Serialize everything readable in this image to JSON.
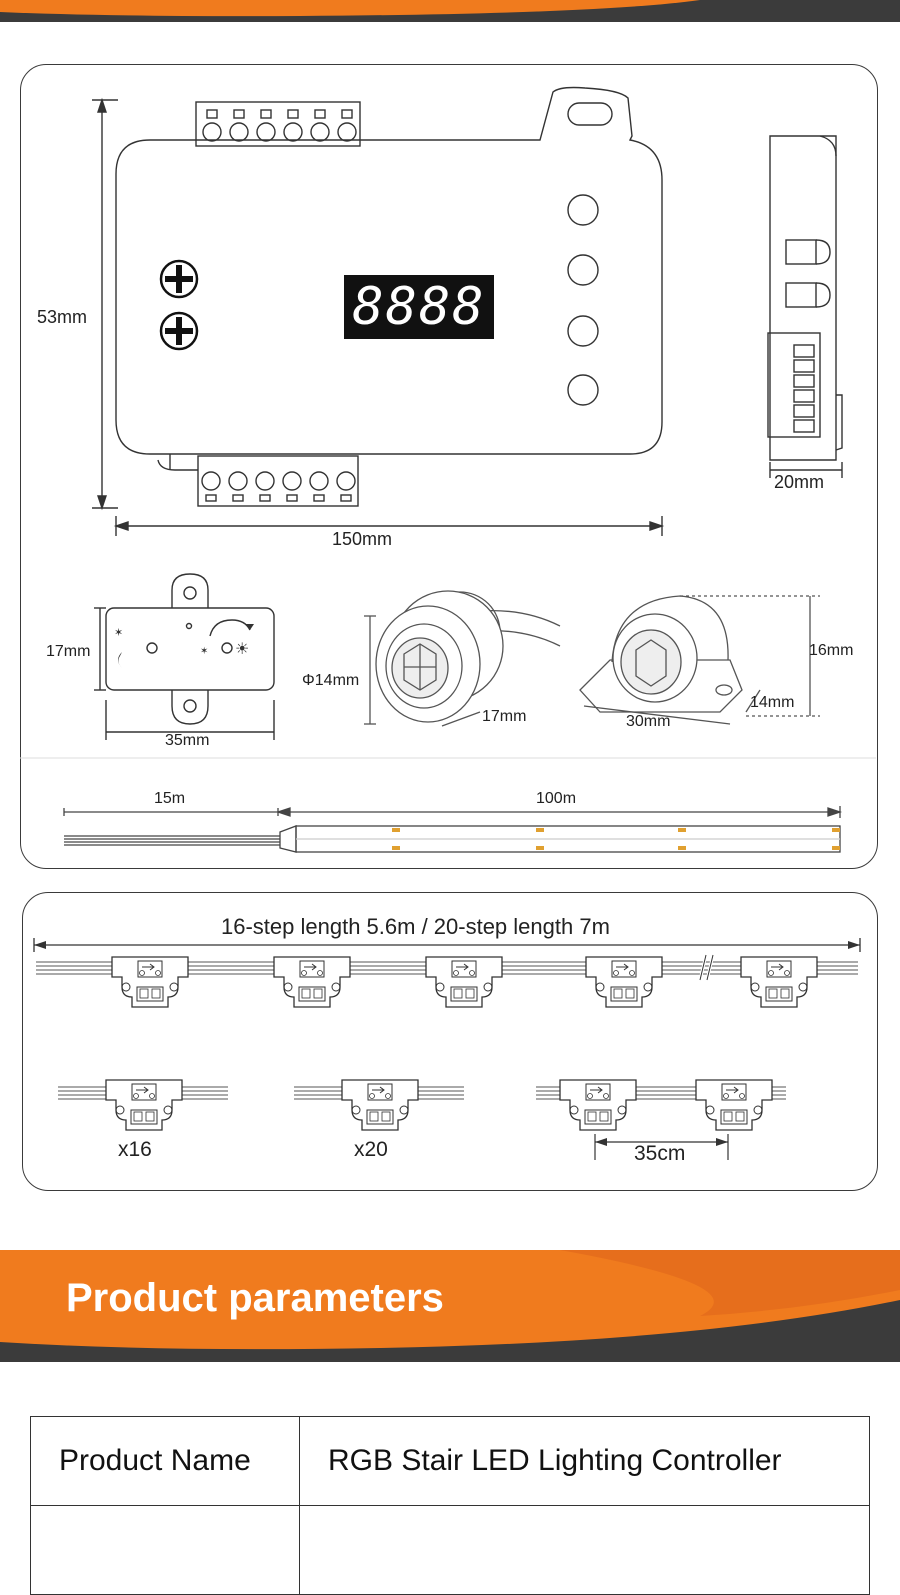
{
  "dimensions": {
    "controller_height": "53mm",
    "controller_width": "150mm",
    "controller_depth": "20mm",
    "display_digits": "8888",
    "dimmer_height": "17mm",
    "dimmer_width": "35mm",
    "sensor_round_diameter": "Φ14mm",
    "sensor_round_length": "17mm",
    "sensor_mount_height": "16mm",
    "sensor_mount_depth": "14mm",
    "sensor_mount_width": "30mm",
    "cable_lead_length": "15m",
    "cable_strip_length": "100m"
  },
  "steps": {
    "title": "16-step length 5.6m / 20-step length 7m",
    "count_16": "x16",
    "count_20": "x20",
    "spacing": "35cm"
  },
  "banner": {
    "title": "Product parameters",
    "accent_color": "#f07b1e",
    "dark_color": "#3b3b3b"
  },
  "params": {
    "rows": [
      {
        "key": "Product Name",
        "value": "RGB Stair LED Lighting Controller"
      },
      {
        "key": "",
        "value": ""
      }
    ]
  }
}
